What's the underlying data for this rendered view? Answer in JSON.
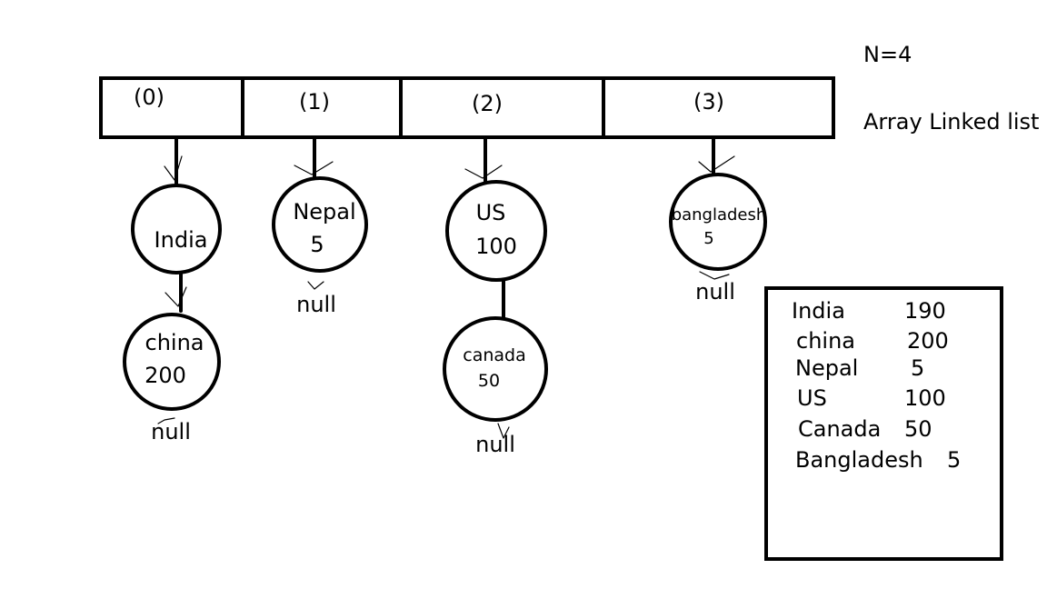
{
  "header": {
    "n_label": "N=4",
    "array_caption": "Array Linked list"
  },
  "array": {
    "cells": [
      "(0)",
      "(1)",
      "(2)",
      "(3)"
    ]
  },
  "nodes": [
    {
      "id": "india",
      "name": "India",
      "value": ""
    },
    {
      "id": "china",
      "name": "china",
      "value": "200"
    },
    {
      "id": "nepal",
      "name": "Nepal",
      "value": "5"
    },
    {
      "id": "us",
      "name": "US",
      "value": "100"
    },
    {
      "id": "canada",
      "name": "canada",
      "value": "50"
    },
    {
      "id": "bangladesh",
      "name": "bangladesh",
      "value": "5"
    }
  ],
  "null_label": "null",
  "table": {
    "rows": [
      {
        "name": "India",
        "value": "190"
      },
      {
        "name": "china",
        "value": "200"
      },
      {
        "name": "Nepal",
        "value": "5"
      },
      {
        "name": "US",
        "value": "100"
      },
      {
        "name": "Canada",
        "value": "50"
      },
      {
        "name": "Bangladesh",
        "value": "5"
      }
    ]
  }
}
